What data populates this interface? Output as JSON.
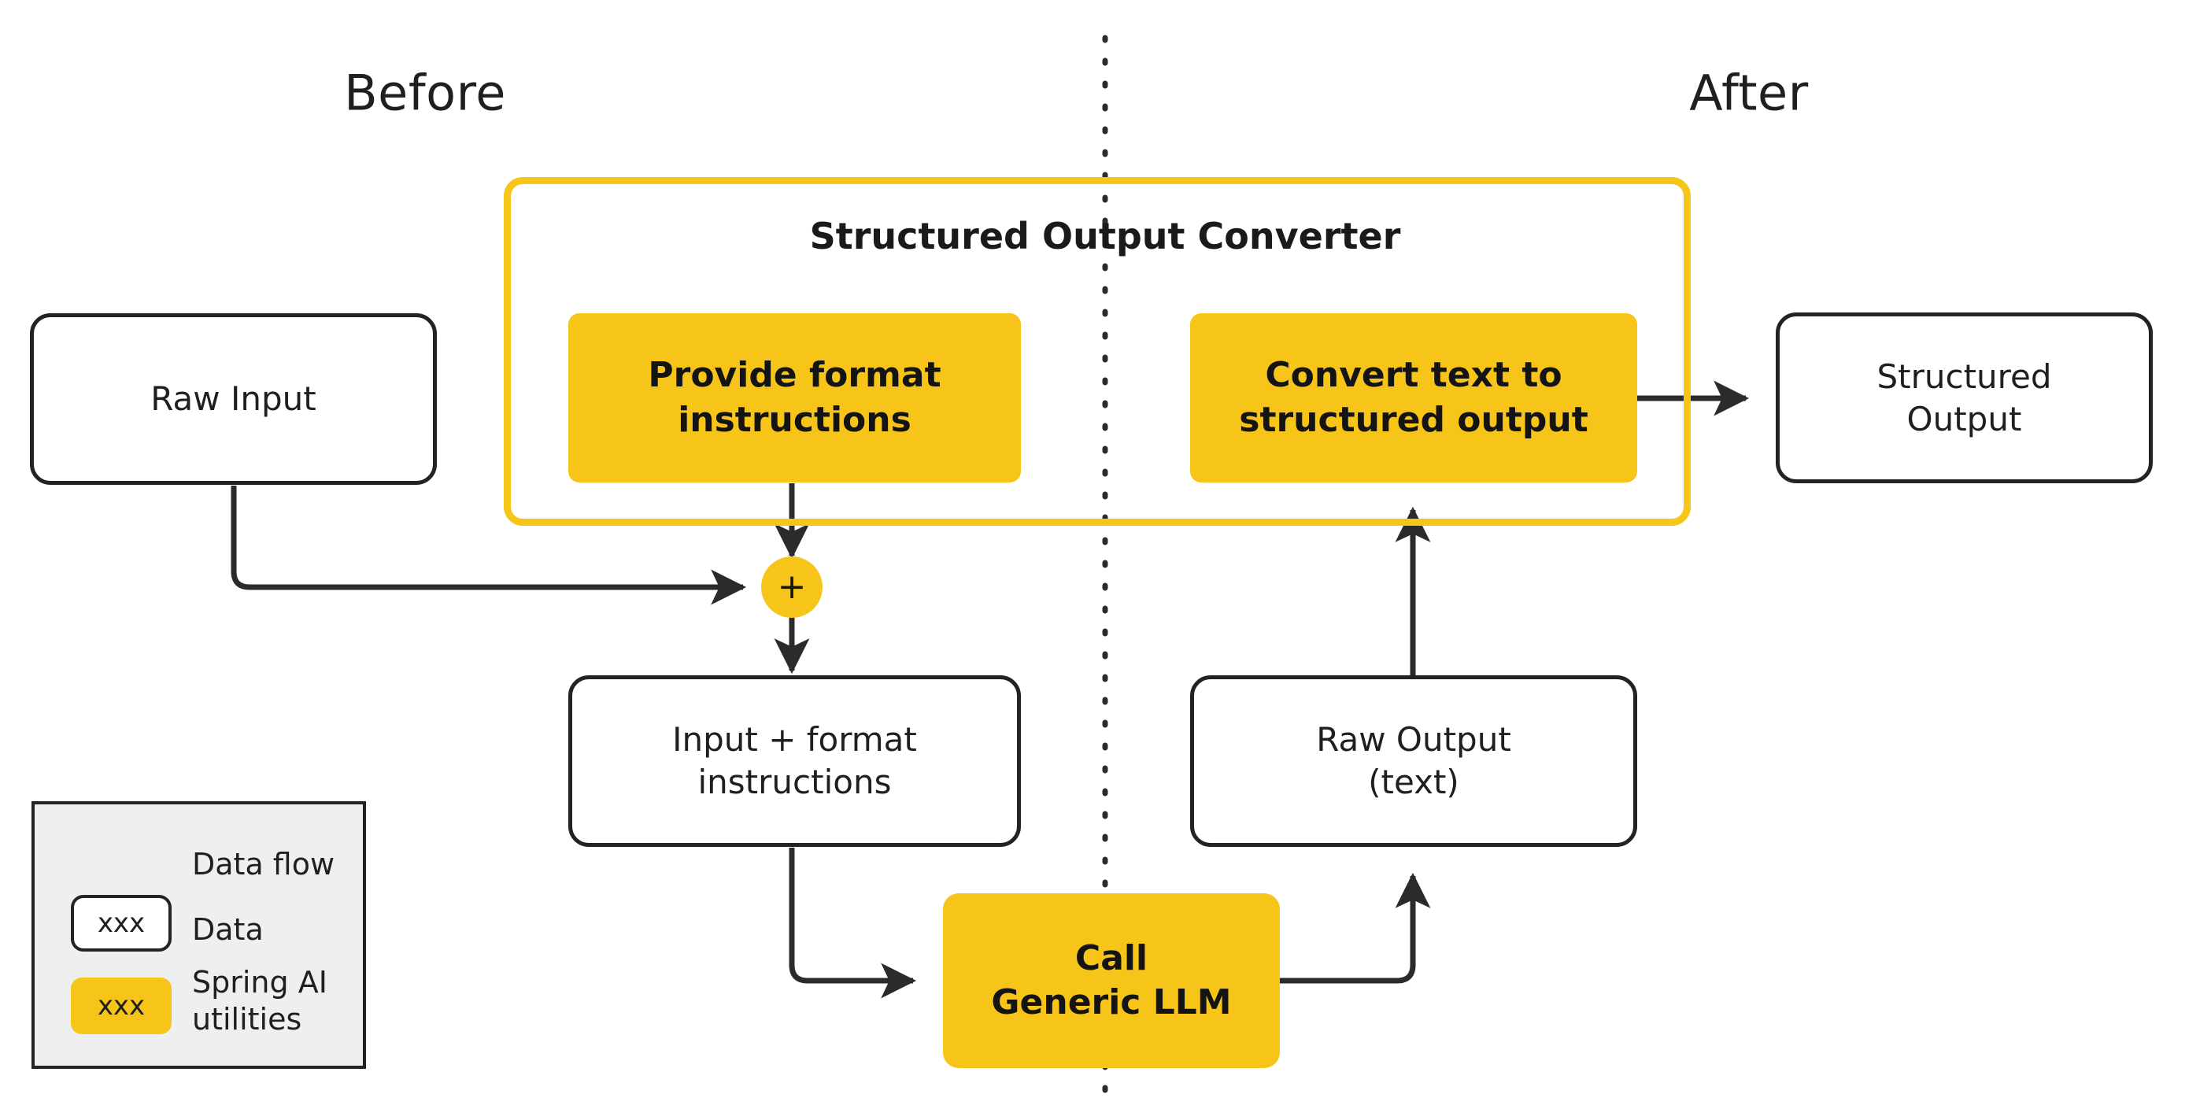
{
  "phases": {
    "before": "Before",
    "after": "After"
  },
  "group": {
    "title": "Structured Output Converter"
  },
  "nodes": {
    "raw_input": "Raw Input",
    "provide_format": "Provide format\ninstructions",
    "convert_text": "Convert text to\nstructured  output",
    "structured_output": "Structured\nOutput",
    "combine": "+",
    "input_plus_format": "Input + format\ninstructions",
    "raw_output": "Raw Output\n(text)",
    "call_llm": "Call\nGeneric LLM"
  },
  "legend": {
    "items": [
      {
        "kind": "arrow",
        "swatch_text": "",
        "label": "Data flow"
      },
      {
        "kind": "data",
        "swatch_text": "xxx",
        "label": "Data"
      },
      {
        "kind": "util",
        "swatch_text": "xxx",
        "label": "Spring AI\nutilities"
      }
    ]
  },
  "colors": {
    "accent": "#F7C51A",
    "group_border": "#F5C518",
    "stroke": "#232323",
    "legend_bg": "#EFEFEF",
    "canvas": "#FFFFFF"
  }
}
